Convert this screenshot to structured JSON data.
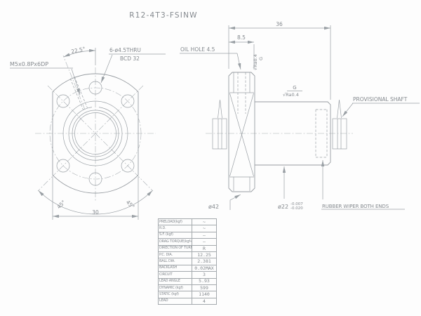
{
  "title": "R12-4T3-FSINW",
  "colors": {
    "line": "#979ca1",
    "text": "#84898e"
  },
  "front_view": {
    "tap_label": "M5x0.8Px6DP",
    "tap_angle": "22.5°",
    "holes_label": "6-ø4.5THRU",
    "holes_bcd": "BCD 32",
    "angle_left": "45°",
    "angle_right": "45°",
    "width_dim": "30"
  },
  "side_view": {
    "overall_dim": "36",
    "flange_dim": "8.5",
    "oil_hole_label": "OIL HOLE 4.5",
    "flange_finish_grade": "G",
    "flange_finish": "√Ra0.4",
    "body_finish_grade": "G",
    "body_finish": "√Ra0.4",
    "provisional_shaft_label": "PROVISIONAL SHAFT",
    "flange_od": "ø42",
    "body_od": "ø22",
    "body_od_tol_upper": "-0.007",
    "body_od_tol_lower": "-0.020",
    "wiper_label": "RUBBER WIPER BOTH ENDS"
  },
  "spec_table": {
    "rows": [
      {
        "label": "PRELOAD(kgf)",
        "value": "~"
      },
      {
        "label": "R.D.",
        "value": "~"
      },
      {
        "label": "S.F.  (kgf)",
        "value": "—"
      },
      {
        "label": "DRAG TORQUE(kgf-cm)",
        "value": "—"
      },
      {
        "label": "DIRECTION OF TURN",
        "value": "R"
      },
      {
        "label": "P.C. DIA.",
        "value": "12.25"
      },
      {
        "label": "BALL DIA.",
        "value": "2.381"
      },
      {
        "label": "BACKLASH",
        "value": "0.02MAX"
      },
      {
        "label": "CIRCUIT",
        "value": "3"
      },
      {
        "label": "LEAD ANGLE",
        "value": "5.93"
      },
      {
        "label": "DYNAMIC   (kgf)",
        "value": "599"
      },
      {
        "label": "STATIC    (kgf)",
        "value": "1140"
      },
      {
        "label": "LEAD",
        "value": "4"
      }
    ]
  }
}
